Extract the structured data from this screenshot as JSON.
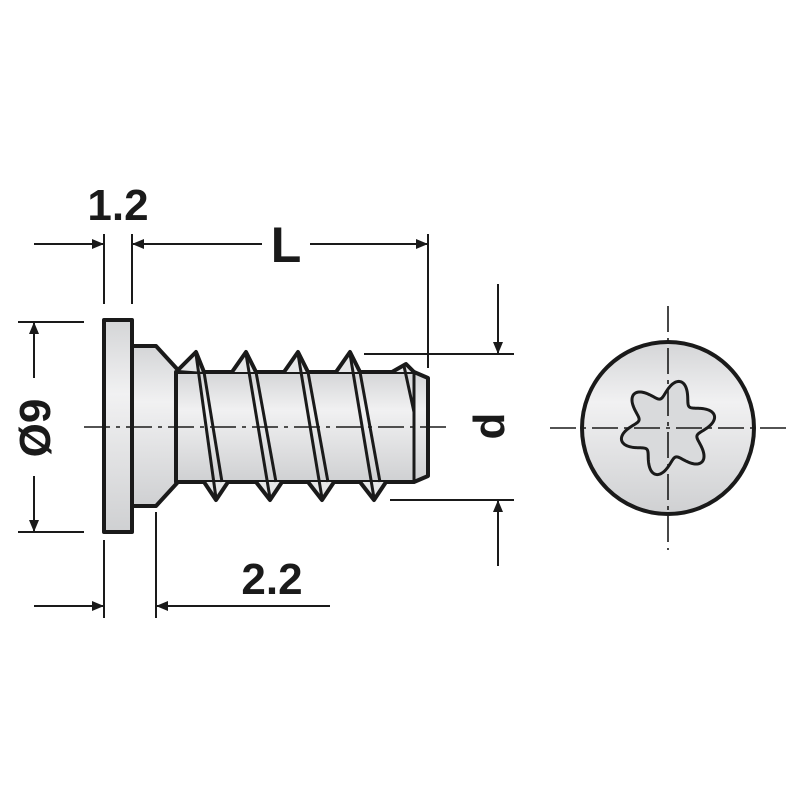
{
  "dimensions": {
    "head_thickness": "1.2",
    "length": "L",
    "head_diameter": "Ø9",
    "thread_diameter": "d",
    "shank_length": "2.2"
  },
  "colors": {
    "line": "#1a1a1a",
    "fill_light": "#e6e7e8",
    "fill_mid": "#c9cacc",
    "background": "#ffffff"
  },
  "views": {
    "side": "screw-side-view",
    "end": "torx-head-end-view"
  }
}
